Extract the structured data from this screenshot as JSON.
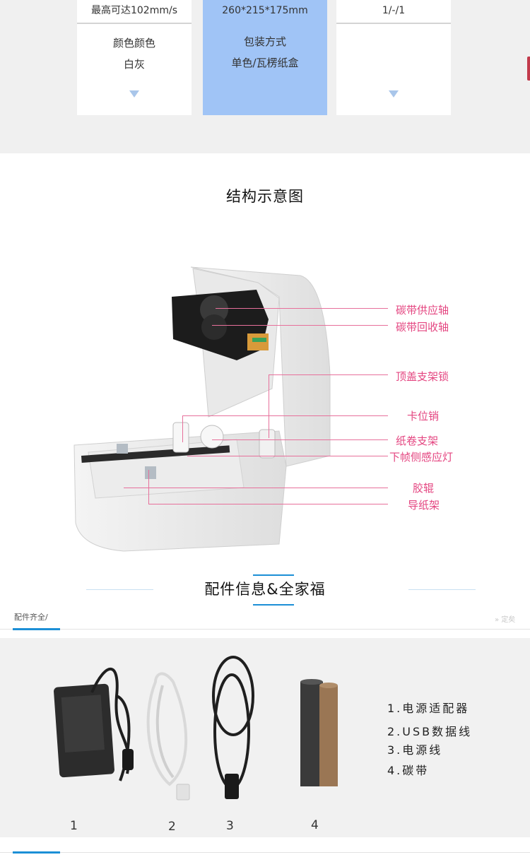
{
  "spec_cards": {
    "left": {
      "top": "最高可达102mm/s",
      "line1": "颜色颜色",
      "line2": "白灰"
    },
    "middle": {
      "top": "260*215*175mm",
      "line1": "包装方式",
      "line2": "单色/瓦楞纸盒"
    },
    "right": {
      "top": "1/-/1"
    }
  },
  "structure_section": {
    "title": "结构示意图",
    "callouts": [
      "碳带供应轴",
      "碳带回收轴",
      "顶盖支架锁",
      "卡位销",
      "纸卷支架",
      "下帧侧感应灯",
      "胶辊",
      "导纸架"
    ]
  },
  "accessories_section": {
    "title": "配件信息&全家福",
    "tab_label": "配件齐全/",
    "more_label": "定矣",
    "item_numbers": [
      "1",
      "2",
      "3",
      "4"
    ],
    "legend": [
      "1.电源适配器",
      "2.USB数据线",
      "3.电源线",
      "4.碳带"
    ]
  },
  "colors": {
    "accent_blue": "#1c8fd6",
    "card_highlight": "#a0c4f6",
    "callout_pink": "#e44580"
  }
}
